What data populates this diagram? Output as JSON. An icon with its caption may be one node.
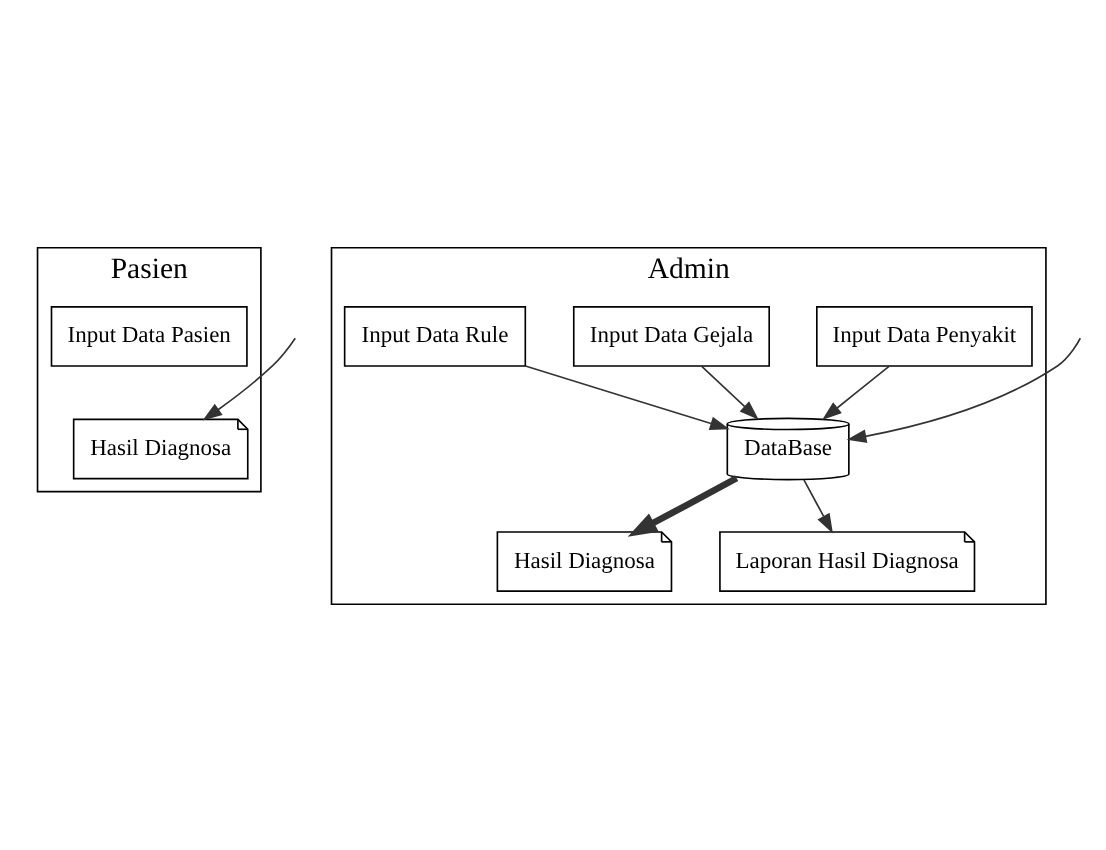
{
  "diagram": {
    "nodes": [
      {
        "text": [
          "Pasien"
        ]
      },
      {
        "text": [
          "Admin"
        ]
      },
      {
        "text": [
          "Input Data Pasien"
        ],
        "in": 0
      },
      {
        "text": [
          "Hasil Diagnosa"
        ],
        "in": 0
      },
      {
        "text": [
          "Input Data Penyakit"
        ],
        "in": 1
      },
      {
        "text": [
          "Input Data Gejala"
        ],
        "in": 1
      },
      {
        "text": [
          "Input Data Rule"
        ],
        "in": 1
      },
      {
        "text": [
          "DataBase"
        ],
        "in": 1
      },
      {
        "text": [
          "Hasil Diagnosa"
        ],
        "in": 1
      },
      {
        "text": [
          "Laporan Hasil Diagnosa"
        ],
        "in": 1
      }
    ],
    "edges": [
      {
        "from": 4,
        "to": 7,
        "arrow": "to"
      },
      {
        "from": 5,
        "to": 7,
        "arrow": "to"
      },
      {
        "from": 6,
        "to": 7,
        "arrow": "to"
      },
      {
        "from": null,
        "to": 7,
        "arrow": "to"
      },
      {
        "from": 7,
        "to": 8,
        "arrow": "to",
        "style": "thick"
      },
      {
        "from": 7,
        "to": 9,
        "arrow": "to"
      },
      {
        "from": null,
        "to": 3,
        "arrow": "to"
      }
    ]
  }
}
